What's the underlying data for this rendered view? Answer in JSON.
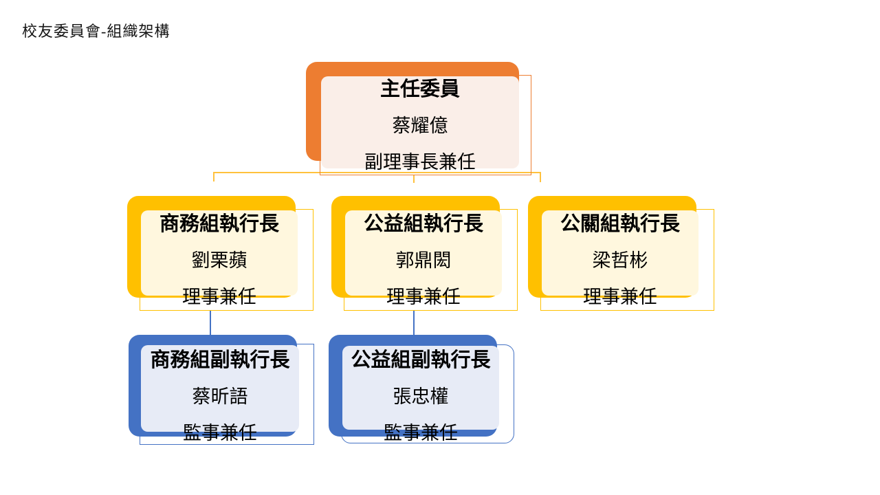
{
  "slide": {
    "title": "校友委員會-組織架構"
  },
  "org_chart": {
    "type": "organization-chart",
    "nodes": [
      {
        "id": "chairman",
        "role": "主任委員",
        "name": "蔡耀億",
        "note": "副理事長兼任",
        "theme": "orange",
        "reports_to": null
      },
      {
        "id": "business-lead",
        "role": "商務組執行長",
        "name": "劉栗蘋",
        "note": "理事兼任",
        "theme": "gold",
        "reports_to": "chairman"
      },
      {
        "id": "charity-lead",
        "role": "公益組執行長",
        "name": "郭鼎閎",
        "note": "理事兼任",
        "theme": "gold",
        "reports_to": "chairman"
      },
      {
        "id": "pr-lead",
        "role": "公關組執行長",
        "name": "梁哲彬",
        "note": "理事兼任",
        "theme": "gold",
        "reports_to": "chairman"
      },
      {
        "id": "business-deputy",
        "role": "商務組副執行長",
        "name": "蔡昕語",
        "note": "監事兼任",
        "theme": "blue",
        "reports_to": "business-lead"
      },
      {
        "id": "charity-deputy",
        "role": "公益組副執行長",
        "name": "張忠權",
        "note": "監事兼任",
        "theme": "blue",
        "reports_to": "charity-lead"
      }
    ],
    "theme_colors": {
      "orange_accent": "#ED7D31",
      "orange_tint": "#FAEEE8",
      "gold_accent": "#FFC000",
      "gold_tint": "#FFF7DE",
      "blue_accent": "#4472C4",
      "blue_tint": "#E7EBF6",
      "connector_gold": "#FFC13D",
      "connector_blue": "#4472C4"
    }
  }
}
